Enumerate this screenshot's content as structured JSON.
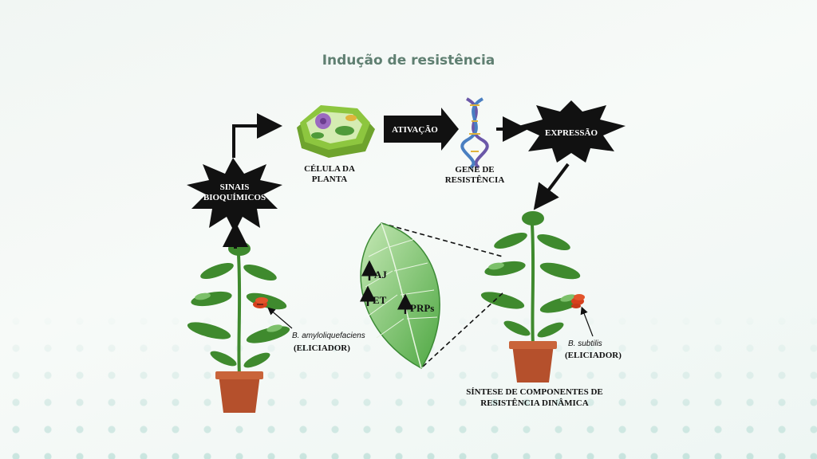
{
  "title": "Indução de resistência",
  "nodes": {
    "sinais": [
      "SINAIS",
      "BIOQUÍMICOS"
    ],
    "celula": [
      "CÉLULA DA",
      "PLANTA"
    ],
    "ativacao": "ATIVAÇÃO",
    "gene": [
      "GENE DE",
      "RESISTÊNCIA"
    ],
    "expressao": "EXPRESSÃO",
    "sintese": [
      "SÍNTESE DE COMPONENTES DE",
      "RESISTÊNCIA DINÂMICA"
    ]
  },
  "left_plant": {
    "bacterium": "B. amyloliquefaciens",
    "role": "(ELICIADOR)"
  },
  "right_plant": {
    "bacterium": "B. subtilis",
    "role": "(ELICIADOR)"
  },
  "leaf": {
    "aj": "AJ",
    "et": "ET",
    "prps": "PRPs"
  },
  "colors": {
    "title": "#5f7f71",
    "starburst": "#111111",
    "plant": "#3f8a2e",
    "pot": "#b5502c",
    "leaf": "#8ccf7a",
    "cell": "#8dc63f"
  }
}
